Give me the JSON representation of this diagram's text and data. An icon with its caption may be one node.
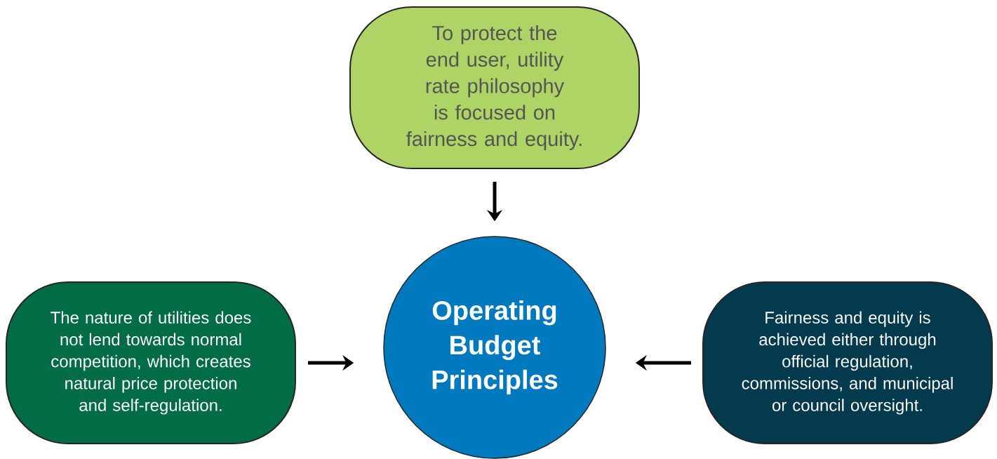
{
  "diagram": {
    "nodes": [
      {
        "text": [
          "To protect the end user, utility rate philosophy is focused on fairness and equity."
        ]
      },
      {
        "text": [
          "Operating Budget Principles"
        ]
      },
      {
        "text": [
          "The nature of utilities does not lend towards normal competition, which creates natural price protection and self-regulation."
        ]
      },
      {
        "text": [
          "Fairness and equity is achieved either through official regulation, commissions, and municipal or council oversight."
        ]
      }
    ],
    "edges": [
      {
        "from": 0,
        "to": 1,
        "arrow": "to"
      },
      {
        "from": 2,
        "to": 1,
        "arrow": "to"
      },
      {
        "from": 3,
        "to": 1,
        "arrow": "to"
      }
    ]
  }
}
